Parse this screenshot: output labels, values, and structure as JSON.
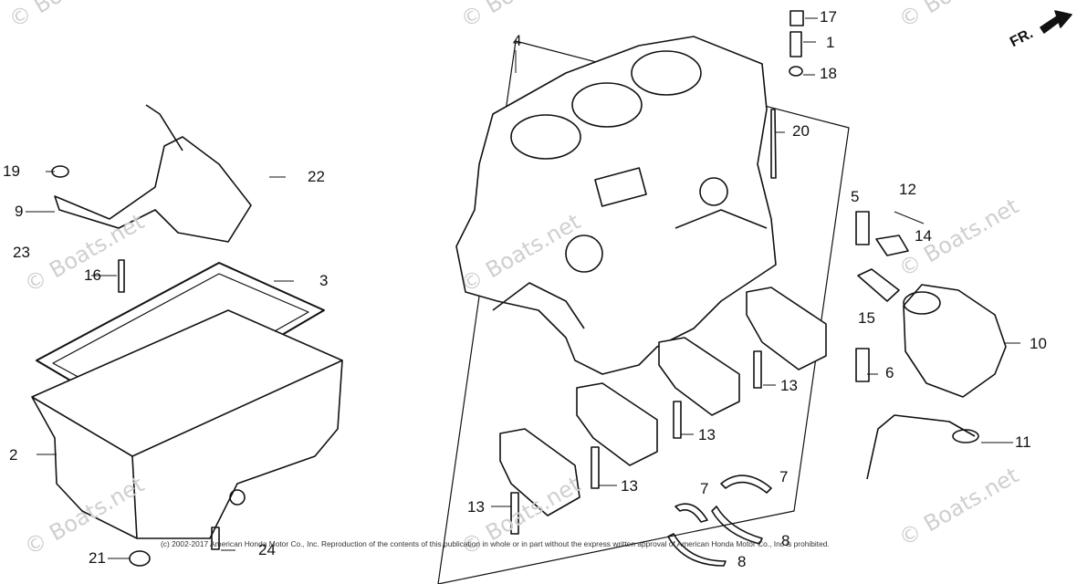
{
  "diagram": {
    "direction_label": "FR.",
    "copyright": "(c) 2002-2017 American Honda Motor Co., Inc. Reproduction of the contents of this publication in whole or in part without the express written approval of American Honda Motor Co., Inc is prohibited.",
    "watermark": "© Boats.net",
    "callouts": [
      "1",
      "2",
      "3",
      "4",
      "5",
      "6",
      "7",
      "7",
      "8",
      "8",
      "9",
      "10",
      "11",
      "12",
      "13",
      "13",
      "13",
      "13",
      "13",
      "14",
      "15",
      "16",
      "17",
      "18",
      "19",
      "20",
      "21",
      "22",
      "23",
      "24"
    ]
  }
}
